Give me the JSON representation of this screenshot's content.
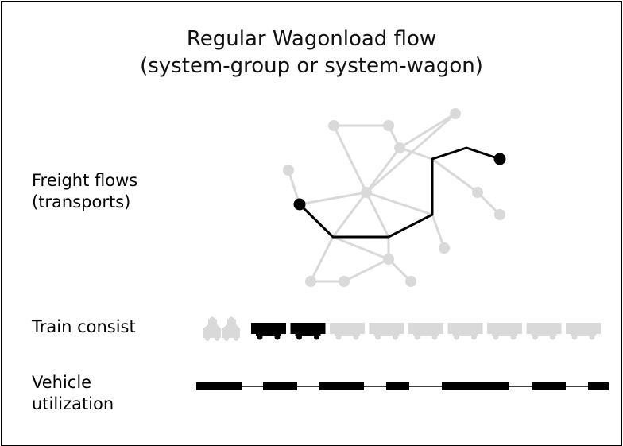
{
  "title": {
    "line1": "Regular Wagonload flow",
    "line2": "(system-group or system-wagon)"
  },
  "rows": {
    "freight_flows": {
      "line1": "Freight flows",
      "line2": "(transports)"
    },
    "train_consist": {
      "label": "Train consist"
    },
    "vehicle_utilization": {
      "line1": "Vehicle",
      "line2": "utilization"
    }
  },
  "colors": {
    "inactive": "#d9d9d9",
    "active": "#000000",
    "text": "#111111"
  },
  "train": {
    "locomotives": 2,
    "wagons": [
      {
        "state": "loaded"
      },
      {
        "state": "loaded"
      },
      {
        "state": "empty"
      },
      {
        "state": "empty"
      },
      {
        "state": "empty"
      },
      {
        "state": "empty"
      },
      {
        "state": "empty"
      },
      {
        "state": "empty"
      },
      {
        "state": "empty"
      }
    ]
  }
}
